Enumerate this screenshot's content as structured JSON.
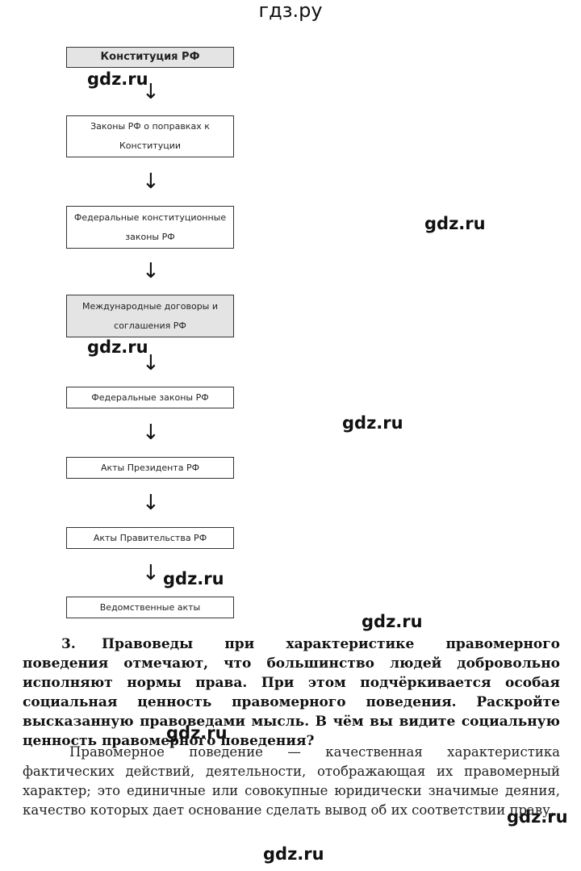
{
  "header": {
    "title": "гдз.ру"
  },
  "flowchart": {
    "boxes": [
      "Конституция РФ",
      "Законы РФ о поправках к Конституции",
      "Федеральные конституционные законы РФ",
      "Международные договоры и соглашения РФ",
      "Федеральные законы РФ",
      "Акты Президента РФ",
      "Акты Правительства РФ",
      "Ведомственные акты"
    ],
    "arrow": "↓"
  },
  "watermark": "gdz.ru",
  "question": {
    "number": "3.",
    "text": "Правоведы при характеристике правомерного поведения отмечают, что большинство людей добровольно исполняют нормы права. При этом подчёркивается особая социальная ценность правомерного поведения. Раскройте высказанную правоведами мысль. В чём вы видите социальную ценность правомерного поведения?"
  },
  "answer": {
    "text": "Правомерное поведение — качественная характеристика фактических действий, деятельности, отображающая их правомерный характер; это единичные или совокупные юридически значимые деяния, качество которых дает основание сделать вывод об их соответствии праву."
  }
}
